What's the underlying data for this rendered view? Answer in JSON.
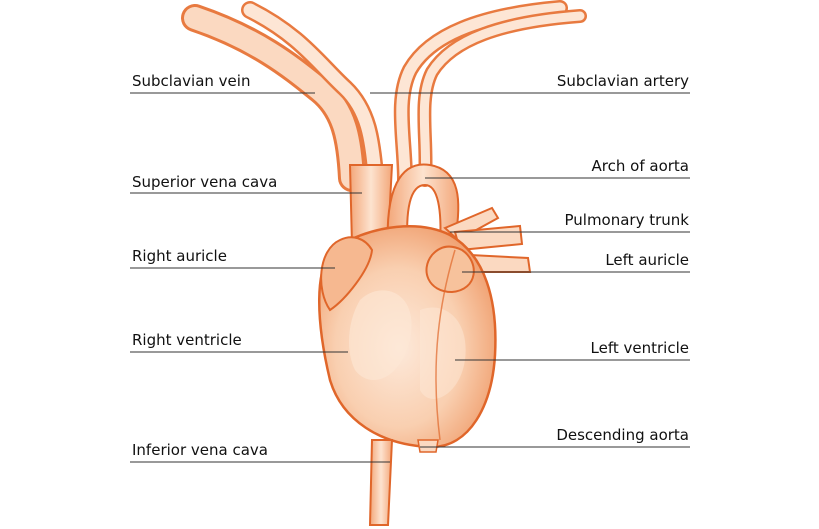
{
  "diagram": {
    "colors": {
      "tissue_fill": "#f8c9a6",
      "tissue_stroke": "#e0662a",
      "tissue_highlight": "#fde7d6",
      "leader_line": "#333333",
      "label_text": "#111111"
    },
    "labels_left": [
      {
        "id": "subclavian-vein",
        "text": "Subclavian vein"
      },
      {
        "id": "superior-vena-cava",
        "text": "Superior vena cava"
      },
      {
        "id": "right-auricle",
        "text": "Right auricle"
      },
      {
        "id": "right-ventricle",
        "text": "Right ventricle"
      },
      {
        "id": "inferior-vena-cava",
        "text": "Inferior vena cava"
      }
    ],
    "labels_right": [
      {
        "id": "subclavian-artery",
        "text": "Subclavian artery"
      },
      {
        "id": "arch-of-aorta",
        "text": "Arch of aorta"
      },
      {
        "id": "pulmonary-trunk",
        "text": "Pulmonary trunk"
      },
      {
        "id": "left-auricle",
        "text": "Left auricle"
      },
      {
        "id": "left-ventricle",
        "text": "Left ventricle"
      },
      {
        "id": "descending-aorta",
        "text": "Descending aorta"
      }
    ]
  }
}
